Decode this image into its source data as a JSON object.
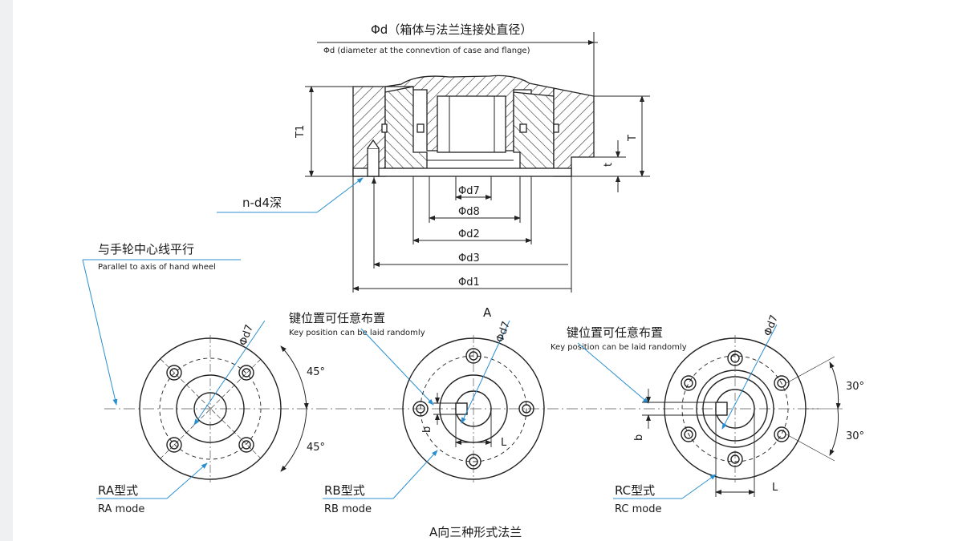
{
  "colors": {
    "line": "#222222",
    "hatch": "#333333",
    "leader": "#2a8fd0",
    "centerline": "#555555"
  },
  "header": {
    "title_cn": "Φd（箱体与法兰连接处直径）",
    "title_en": "Φd (diameter at the connevtion of case and flange)"
  },
  "section": {
    "labels": {
      "T1": "T1",
      "T": "T",
      "t": "t",
      "hole": "n-d4深"
    },
    "dims": {
      "d7": "Φd7",
      "d8": "Φd8",
      "d2": "Φd2",
      "d3": "Φd3",
      "d1": "Φd1"
    }
  },
  "notes": {
    "parallel_cn": "与手轮中心线平行",
    "parallel_en": "Parallel to axis of hand wheel",
    "key_cn": "键位置可任意布置",
    "key_en": "Key position can be laid randomly",
    "key2_cn": "键位置可任意布置",
    "key2_en": "Key position can be laid randomly",
    "view_A": "A"
  },
  "views": [
    {
      "id": "ra",
      "d7": "Φd7",
      "angle_top": "45°",
      "angle_bottom": "45°",
      "mode_cn": "RA型式",
      "mode_en": "RA mode"
    },
    {
      "id": "rb",
      "d7": "Φd7",
      "b": "b",
      "L": "L",
      "mode_cn": "RB型式",
      "mode_en": "RB mode"
    },
    {
      "id": "rc",
      "d7": "Φd7",
      "b": "b",
      "L": "L",
      "angle_top": "30°",
      "angle_bottom": "30°",
      "mode_cn": "RC型式",
      "mode_en": "RC mode"
    }
  ],
  "footer": {
    "caption": "A向三种形式法兰"
  }
}
